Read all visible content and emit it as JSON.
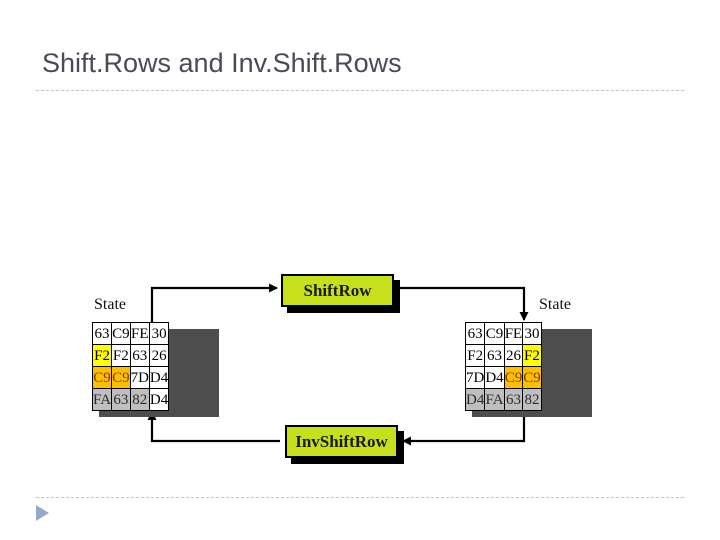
{
  "slide": {
    "title": "Shift.Rows and Inv.Shift.Rows",
    "bullet_icon": "triangle-bullet-icon",
    "rule_color": "#b9c4d4",
    "title_color": "#4a4a58"
  },
  "diagram": {
    "type": "flow-diagram",
    "box_fill_color": "#c6e01b",
    "left_state": {
      "label": "State",
      "rows": [
        [
          {
            "value": "63",
            "fill": "white"
          },
          {
            "value": "C9",
            "fill": "white"
          },
          {
            "value": "FE",
            "fill": "white"
          },
          {
            "value": "30",
            "fill": "white"
          }
        ],
        [
          {
            "value": "F2",
            "fill": "yellow"
          },
          {
            "value": "F2",
            "fill": "white"
          },
          {
            "value": "63",
            "fill": "white"
          },
          {
            "value": "26",
            "fill": "white"
          }
        ],
        [
          {
            "value": "C9",
            "fill": "orange"
          },
          {
            "value": "C9",
            "fill": "orange"
          },
          {
            "value": "7D",
            "fill": "white"
          },
          {
            "value": "D4",
            "fill": "white"
          }
        ],
        [
          {
            "value": "FA",
            "fill": "gray"
          },
          {
            "value": "63",
            "fill": "gray"
          },
          {
            "value": "82",
            "fill": "gray"
          },
          {
            "value": "D4",
            "fill": "white"
          }
        ]
      ]
    },
    "right_state": {
      "label": "State",
      "rows": [
        [
          {
            "value": "63",
            "fill": "white"
          },
          {
            "value": "C9",
            "fill": "white"
          },
          {
            "value": "FE",
            "fill": "white"
          },
          {
            "value": "30",
            "fill": "white"
          }
        ],
        [
          {
            "value": "F2",
            "fill": "white"
          },
          {
            "value": "63",
            "fill": "white"
          },
          {
            "value": "26",
            "fill": "white"
          },
          {
            "value": "F2",
            "fill": "yellow"
          }
        ],
        [
          {
            "value": "7D",
            "fill": "white"
          },
          {
            "value": "D4",
            "fill": "white"
          },
          {
            "value": "C9",
            "fill": "orange"
          },
          {
            "value": "C9",
            "fill": "orange"
          }
        ],
        [
          {
            "value": "D4",
            "fill": "gray"
          },
          {
            "value": "FA",
            "fill": "gray"
          },
          {
            "value": "63",
            "fill": "gray"
          },
          {
            "value": "82",
            "fill": "gray"
          }
        ]
      ]
    },
    "forward_box": {
      "label": "ShiftRow"
    },
    "inverse_box": {
      "label": "InvShiftRow"
    }
  }
}
